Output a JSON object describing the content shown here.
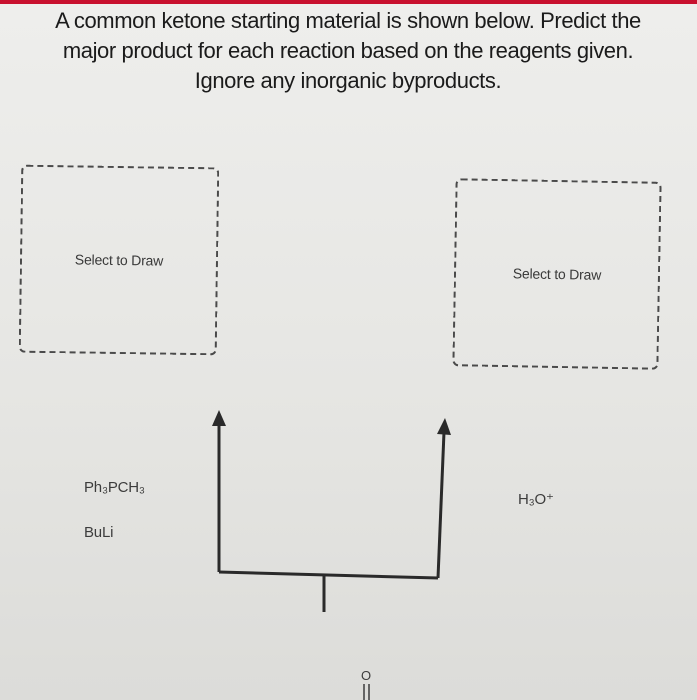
{
  "question": {
    "line1": "A common ketone starting material is shown below. Predict the",
    "line2": "major product for each reaction based on the reagents given.",
    "line3": "Ignore any inorganic byproducts."
  },
  "draw_boxes": {
    "left_label": "Select to Draw",
    "right_label": "Select to Draw"
  },
  "reagents": {
    "left_1": "Ph₃PCH₃",
    "left_2": "BuLi",
    "right_1": "H₃O⁺"
  },
  "structure": {
    "atom_label": "O"
  },
  "colors": {
    "accent_bar": "#c8102e",
    "line": "#2a2a2a"
  }
}
